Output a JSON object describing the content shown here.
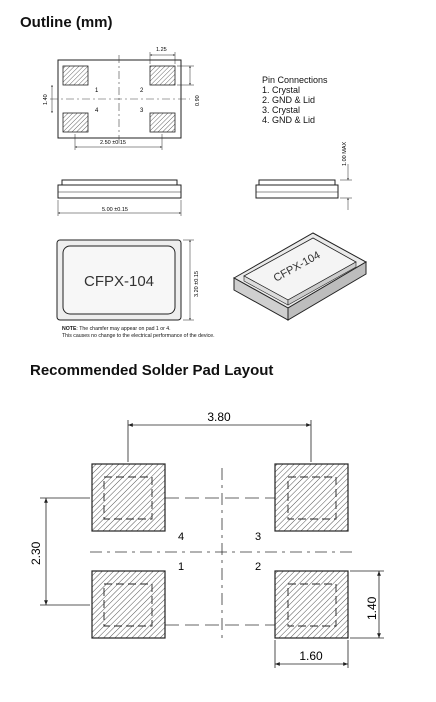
{
  "titles": {
    "outline": "Outline (mm)",
    "solder": "Recommended Solder Pad Layout"
  },
  "pin_connections": {
    "heading": "Pin Connections",
    "items": [
      "1. Crystal",
      "2. GND & Lid",
      "3. Crystal",
      "4. GND & Lid"
    ]
  },
  "outline_dims": {
    "pad_width": "1.25",
    "height_left": "1.40",
    "pad_height": "0.90",
    "pitch": "2.50 ±0.15",
    "max_height": "1.00 MAX",
    "length": "5.00 ±0.15",
    "width": "3.20 ±0.15"
  },
  "pin_numbers": {
    "p1": "1",
    "p2": "2",
    "p3": "3",
    "p4": "4"
  },
  "part_label": "CFPX-104",
  "note": {
    "label": "NOTE",
    "line1": ": The chamfer may appear on pad 1 or 4.",
    "line2": "This causes no change to the electrical performance of the device."
  },
  "pad_layout": {
    "span": "3.80",
    "vertical_pitch": "2.30",
    "pad_height": "1.40",
    "pad_width": "1.60",
    "pins": {
      "p1": "1",
      "p2": "2",
      "p3": "3",
      "p4": "4"
    }
  },
  "colors": {
    "line": "#222222",
    "hatch": "#555555",
    "body_fill": "#f2f2f2"
  }
}
